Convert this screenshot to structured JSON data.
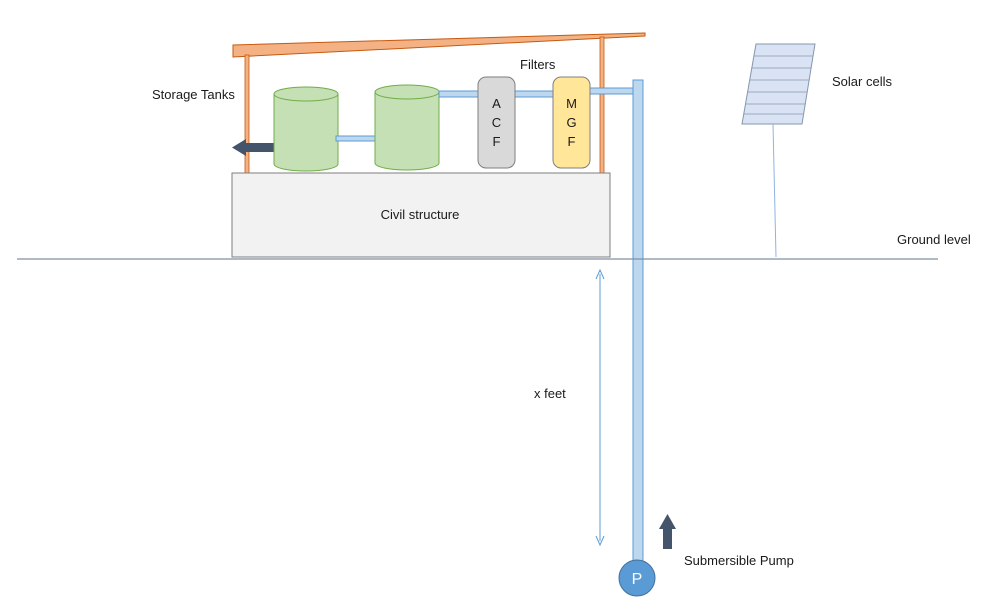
{
  "labels": {
    "storage_tanks": "Storage Tanks",
    "filters": "Filters",
    "solar_cells": "Solar cells",
    "civil_structure": "Civil structure",
    "ground_level": "Ground level",
    "depth": "x feet",
    "submersible_pump": "Submersible Pump",
    "pump_letter": "P"
  },
  "filters": {
    "acf": [
      "A",
      "C",
      "F"
    ],
    "mgf": [
      "M",
      "G",
      "F"
    ]
  },
  "colors": {
    "roof": "#f4b183",
    "roof_stroke": "#c55a11",
    "tank_fill": "#c5e0b4",
    "tank_stroke": "#70ad47",
    "acf_fill": "#d9d9d9",
    "mgf_fill": "#ffe699",
    "pipe_fill": "#bdd7ee",
    "pipe_stroke": "#5b9bd5",
    "pump_fill": "#5b9bd5",
    "arrow": "#44546a",
    "structure_fill": "#f2f2f2"
  }
}
